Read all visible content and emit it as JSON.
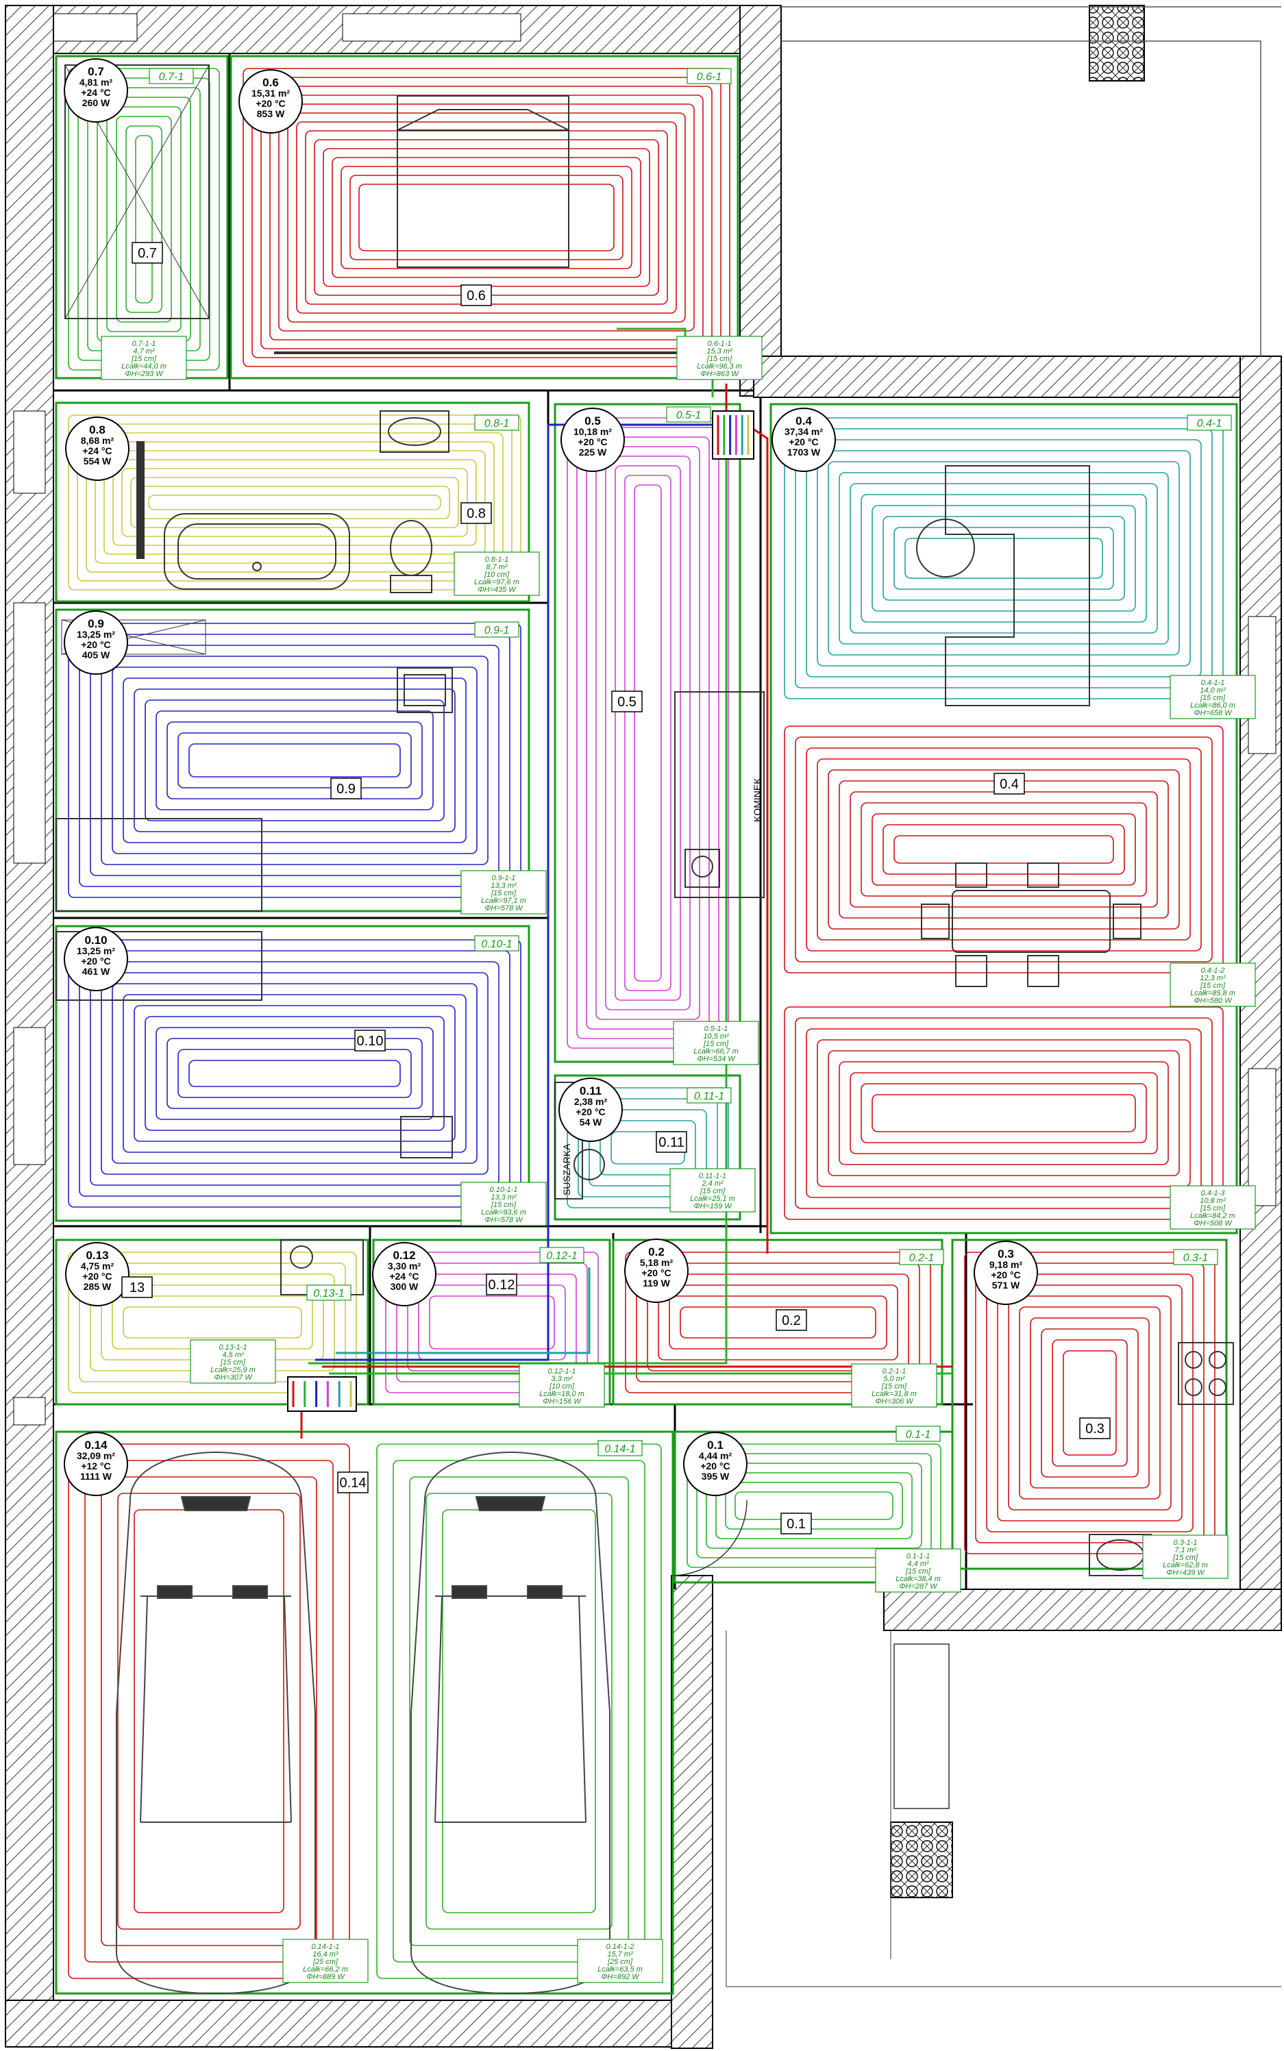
{
  "rooms": [
    {
      "id": "0.7",
      "lines": [
        "0.7",
        "4,81 m²",
        "+24 °C",
        "260 W"
      ],
      "box": "0.7",
      "circuit": "0.7-1",
      "spec": [
        "0.7-1-1",
        "4,7 m²",
        "[15 cm]",
        "Lcałk=44,0 m",
        "ΦH=293 W"
      ]
    },
    {
      "id": "0.6",
      "lines": [
        "0.6",
        "15,31 m²",
        "+20 °C",
        "853 W"
      ],
      "box": "0.6",
      "circuit": "0.6-1",
      "spec": [
        "0.6-1-1",
        "15,3 m²",
        "[15 cm]",
        "Lcałk=96,3 m",
        "ΦH=863 W"
      ]
    },
    {
      "id": "0.8",
      "lines": [
        "0.8",
        "8,68 m²",
        "+24 °C",
        "554 W"
      ],
      "box": "0.8",
      "circuit": "0.8-1",
      "spec": [
        "0.8-1-1",
        "8,7 m²",
        "[10 cm]",
        "Lcałk=97,6 m",
        "ΦH=435 W"
      ]
    },
    {
      "id": "0.5",
      "lines": [
        "0.5",
        "10,18 m²",
        "+20 °C",
        "225 W"
      ],
      "box": "0.5",
      "circuit": "0.5-1",
      "spec": [
        "0.5-1-1",
        "10,5 m²",
        "[15 cm]",
        "Lcałk=66,7 m",
        "ΦH=534 W"
      ]
    },
    {
      "id": "0.4",
      "lines": [
        "0.4",
        "37,34 m²",
        "+20 °C",
        "1703 W"
      ],
      "box": "0.4",
      "circuit": "0.4-1",
      "spec": [
        "0.4-1-1",
        "14,0 m²",
        "[15 cm]",
        "Lcałk=86,0 m",
        "ΦH=658 W"
      ],
      "spec2": [
        "0.4-1-2",
        "12,3 m²",
        "[15 cm]",
        "Lcałk=85,8 m",
        "ΦH=580 W"
      ],
      "spec3": [
        "0.4-1-3",
        "10,8 m²",
        "[15 cm]",
        "Lcałk=84,2 m",
        "ΦH=508 W"
      ]
    },
    {
      "id": "0.9",
      "lines": [
        "0.9",
        "13,25 m²",
        "+20 °C",
        "405 W"
      ],
      "box": "0.9",
      "circuit": "0.9-1",
      "spec": [
        "0.9-1-1",
        "13,3 m²",
        "[15 cm]",
        "Lcałk=97,1 m",
        "ΦH=578 W"
      ]
    },
    {
      "id": "0.10",
      "lines": [
        "0.10",
        "13,25 m²",
        "+20 °C",
        "461 W"
      ],
      "box": "0.10",
      "circuit": "0.10-1",
      "spec": [
        "0.10-1-1",
        "13,3 m²",
        "[15 cm]",
        "Lcałk=93,6 m",
        "ΦH=578 W"
      ]
    },
    {
      "id": "0.11",
      "lines": [
        "0.11",
        "2,38 m²",
        "+20 °C",
        "54 W"
      ],
      "box": "0.11",
      "circuit": "0.11-1",
      "spec": [
        "0.11-1-1",
        "2,4 m²",
        "[15 cm]",
        "Lcałk=25,1 m",
        "ΦH=159 W"
      ]
    },
    {
      "id": "0.13",
      "lines": [
        "0.13",
        "4,75 m²",
        "+20 °C",
        "285 W"
      ],
      "box": "13",
      "circuit": "0.13-1",
      "spec": [
        "0.13-1-1",
        "4,5 m²",
        "[15 cm]",
        "Lcałk=25,9 m",
        "ΦH=307 W"
      ]
    },
    {
      "id": "0.12",
      "lines": [
        "0.12",
        "3,30 m²",
        "+24 °C",
        "300 W"
      ],
      "box": "0.12",
      "circuit": "0.12-1",
      "spec": [
        "0.12-1-1",
        "3,3 m²",
        "[10 cm]",
        "Lcałk=18,0 m",
        "ΦH=156 W"
      ]
    },
    {
      "id": "0.2",
      "lines": [
        "0.2",
        "5,18 m²",
        "+20 °C",
        "119 W"
      ],
      "box": "0.2",
      "circuit": "0.2-1",
      "spec": [
        "0.2-1-1",
        "5,0 m²",
        "[15 cm]",
        "Lcałk=31,8 m",
        "ΦH=306 W"
      ]
    },
    {
      "id": "0.3",
      "lines": [
        "0.3",
        "9,18 m²",
        "+20 °C",
        "571 W"
      ],
      "box": "0.3",
      "circuit": "0.3-1",
      "spec": [
        "0.3-1-1",
        "7,1 m²",
        "[15 cm]",
        "Lcałk=62,8 m",
        "ΦH=439 W"
      ]
    },
    {
      "id": "0.14",
      "lines": [
        "0.14",
        "32,09 m²",
        "+12 °C",
        "1111 W"
      ],
      "box": "0.14",
      "circuit": "0.14-1",
      "spec": [
        "0.14-1-1",
        "16,4 m²",
        "[25 cm]",
        "Lcałk=66,2 m",
        "ΦH=889 W"
      ],
      "spec2": [
        "0.14-1-2",
        "15,7 m²",
        "[25 cm]",
        "Lcałk=63,5 m",
        "ΦH=892 W"
      ]
    },
    {
      "id": "0.1",
      "lines": [
        "0.1",
        "4,44 m²",
        "+20 °C",
        "395 W"
      ],
      "box": "0.1",
      "circuit": "0.1-1",
      "spec": [
        "0.1-1-1",
        "4,4 m²",
        "[15 cm]",
        "Lcałk=38,4 m",
        "ΦH=287 W"
      ]
    }
  ],
  "labels": {
    "kominek": "KOMINEK",
    "suszarka": "SUSZARKA"
  },
  "colors": {
    "wall_hatch": "#000000",
    "room_border": "#1a9a1a",
    "pipe_red": "#d01010",
    "pipe_green": "#2ab02a",
    "pipe_blue": "#2020c8",
    "pipe_magenta": "#d040d0",
    "pipe_teal": "#20a0a0",
    "pipe_yellow": "#c8c840",
    "furniture": "#333333"
  }
}
